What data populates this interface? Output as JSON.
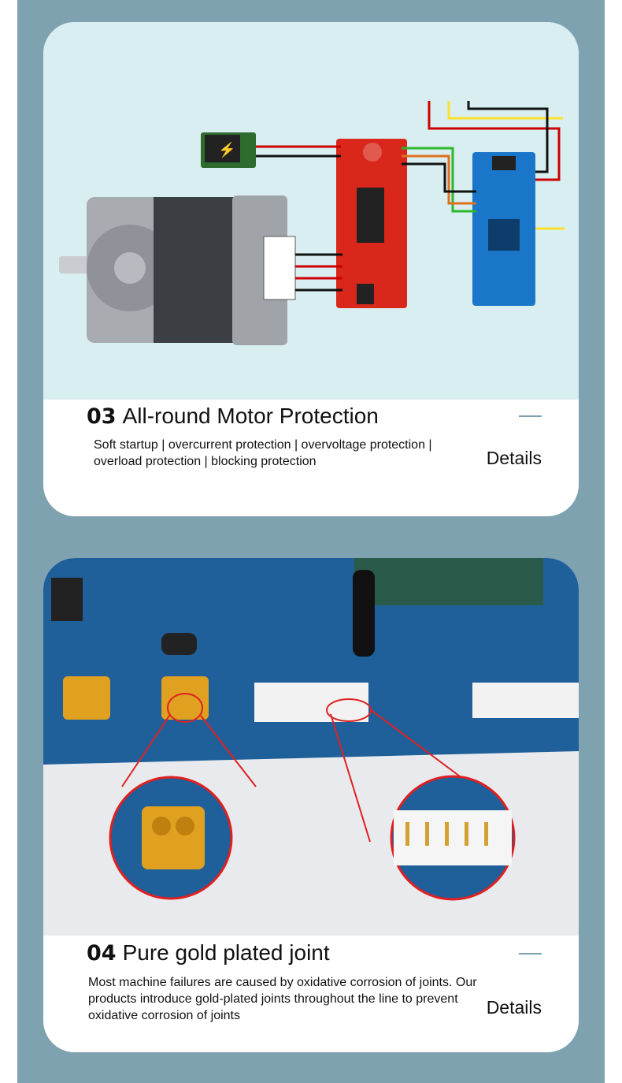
{
  "sections": [
    {
      "number": "03",
      "title": "All-round Motor Protection",
      "description": "Soft startup | overcurrent protection | overvoltage protection | overload protection | blocking protection",
      "details_label": "Details"
    },
    {
      "number": "04",
      "title": "Pure gold plated joint",
      "description": "Most machine failures are caused by oxidative corrosion of joints. Our products introduce gold-plated joints throughout the line to prevent oxidative corrosion of joints",
      "details_label": "Details"
    }
  ],
  "colors": {
    "background_band": "#7fa2b1",
    "card": "#ffffff",
    "image1_bg": "#d9eef1",
    "pcb": "#1f5f9a",
    "accent_red": "#e02020"
  }
}
